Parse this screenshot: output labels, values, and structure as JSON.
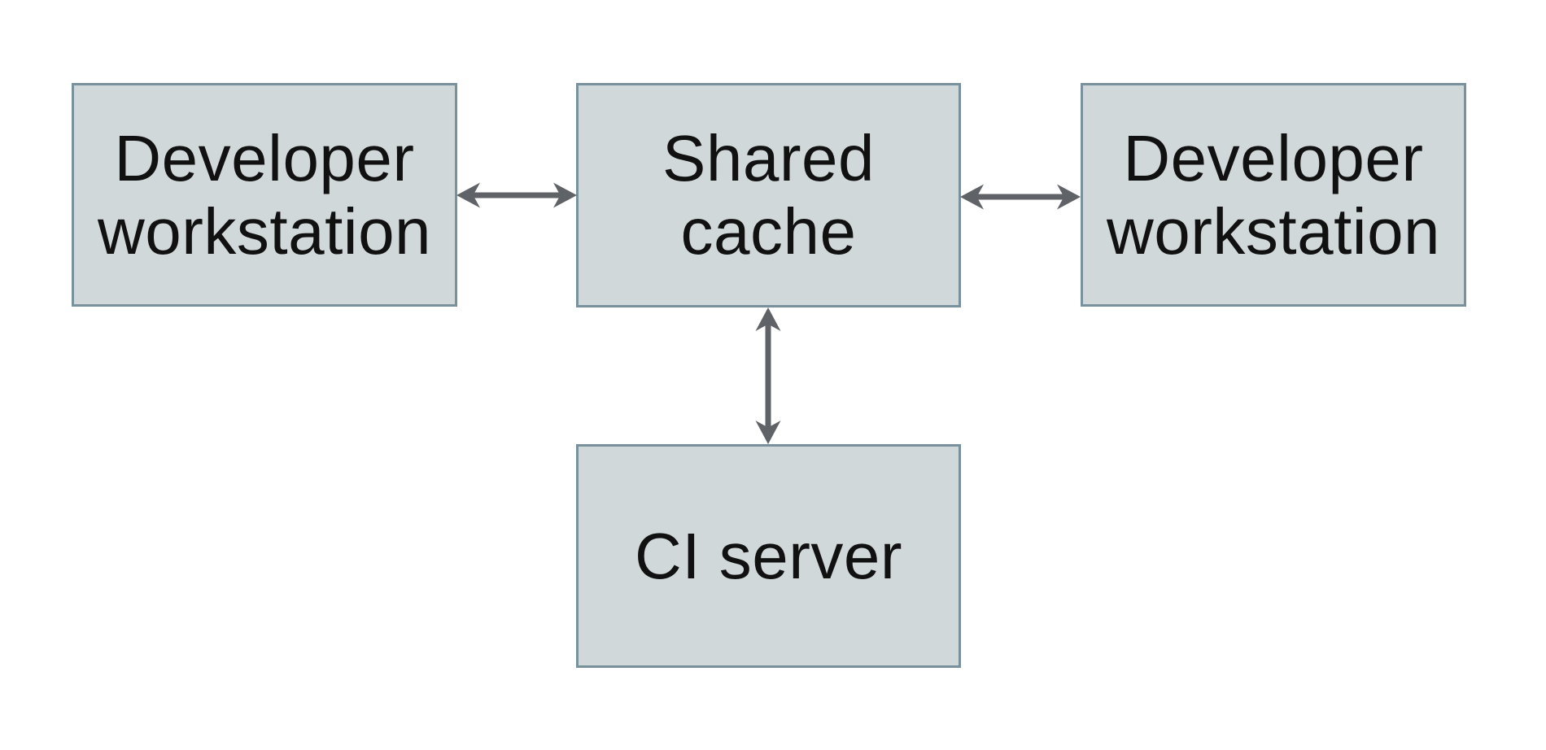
{
  "diagram": {
    "colors": {
      "node_fill": "#d1d8da",
      "node_border": "#78919c",
      "arrow": "#5f6266",
      "text": "#111111",
      "background": "#ffffff"
    },
    "nodes": [
      {
        "id": "developer-workstation-left",
        "label": "Developer\nworkstation"
      },
      {
        "id": "shared-cache",
        "label": "Shared\ncache"
      },
      {
        "id": "developer-workstation-right",
        "label": "Developer\nworkstation"
      },
      {
        "id": "ci-server",
        "label": "CI server"
      }
    ],
    "edges": [
      {
        "from": "developer-workstation-left",
        "to": "shared-cache",
        "direction": "bidirectional"
      },
      {
        "from": "shared-cache",
        "to": "developer-workstation-right",
        "direction": "bidirectional"
      },
      {
        "from": "shared-cache",
        "to": "ci-server",
        "direction": "bidirectional"
      }
    ]
  }
}
